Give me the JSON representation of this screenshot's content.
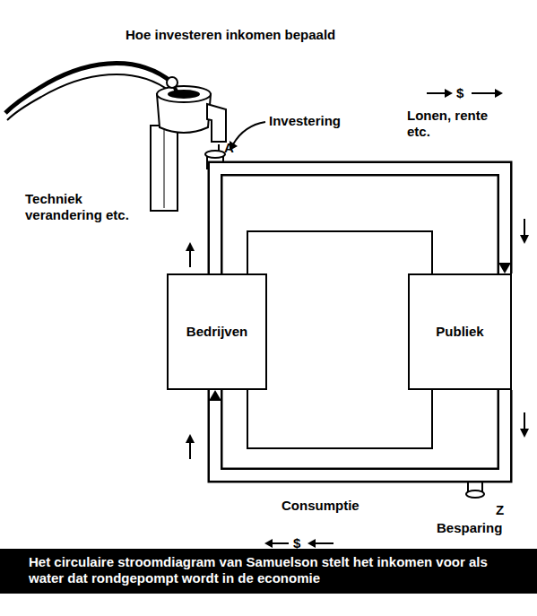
{
  "diagram": {
    "title": "Hoe investeren inkomen bepaald",
    "caption": "Het circulaire stroomdiagram van Samuelson stelt het inkomen voor als water dat rondgepompt wordt in de economie",
    "nodes": [
      {
        "text": [
          "Bedrijven"
        ]
      },
      {
        "text": [
          "Publiek"
        ]
      }
    ],
    "edges": [
      {
        "from": 0,
        "to": 1,
        "arrow": "to",
        "label": "Lonen, rente etc."
      },
      {
        "from": 1,
        "to": 0,
        "arrow": "to",
        "label": "Consumptie"
      }
    ],
    "labels": [
      "$",
      "Investering",
      "A",
      "Techniek verandering etc.",
      "Z",
      "$",
      "Besparing"
    ]
  }
}
